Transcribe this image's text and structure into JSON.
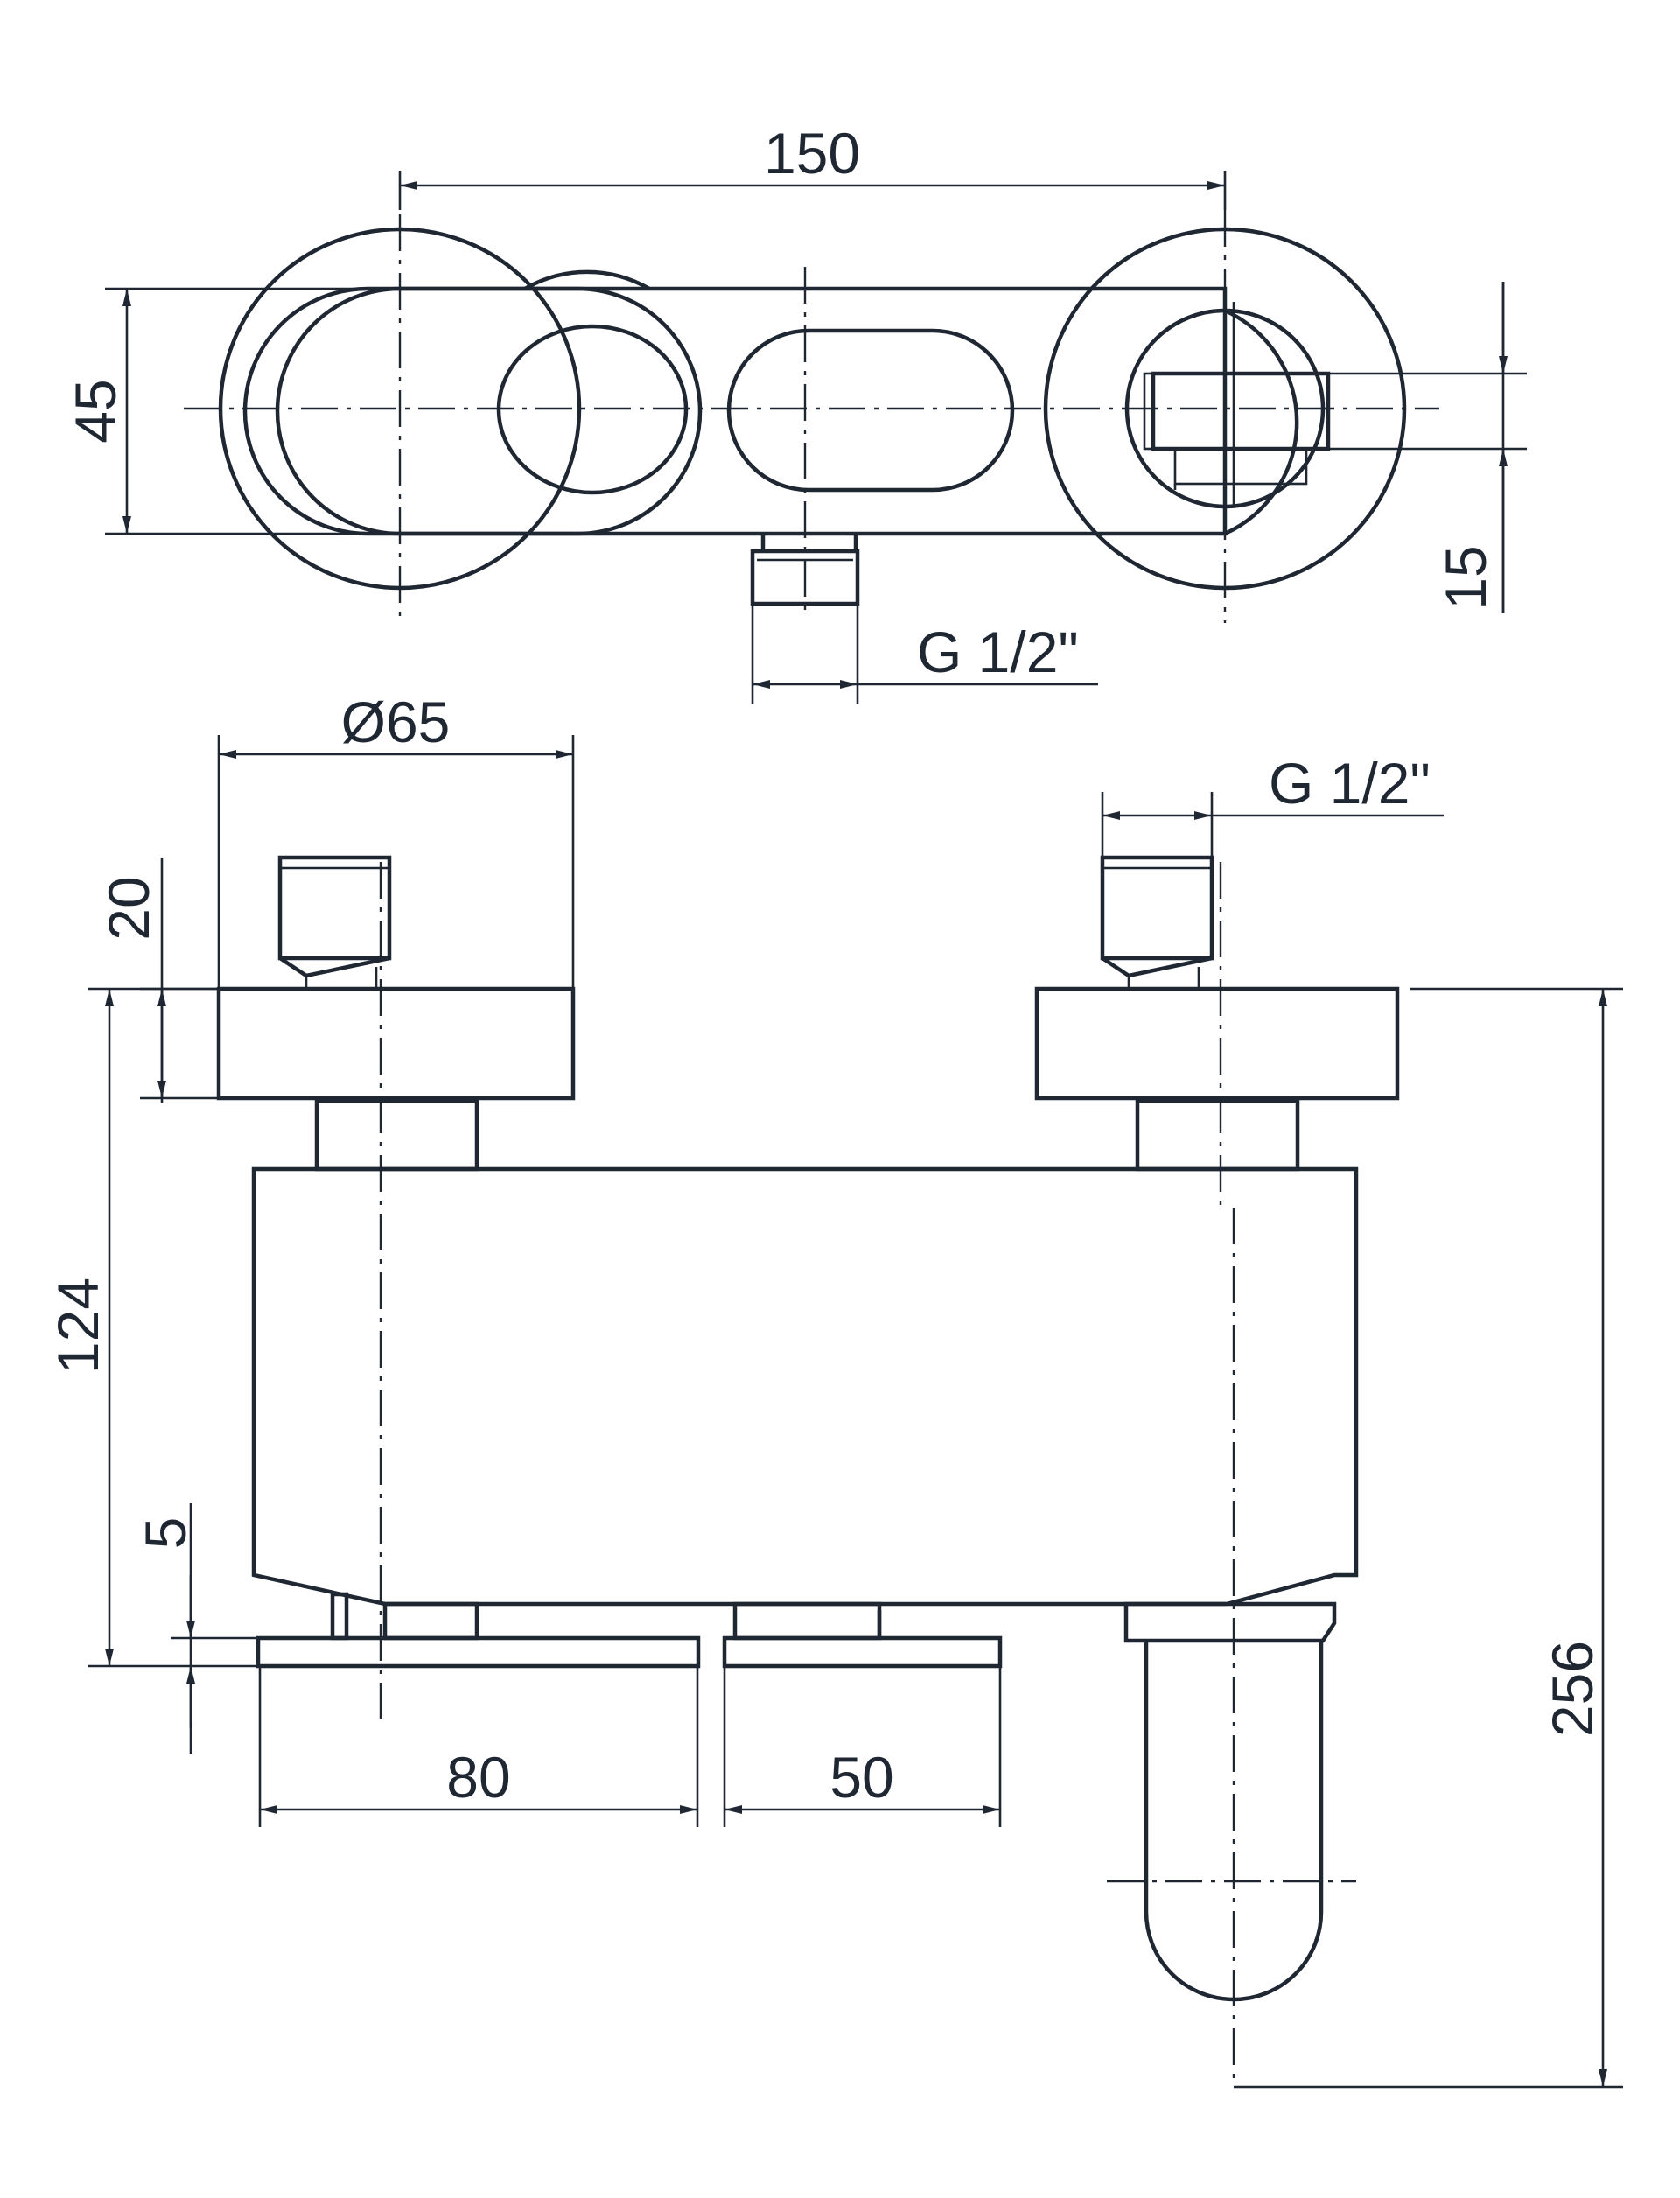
{
  "dimensions": {
    "top_width": "150",
    "top_height": "45",
    "inlet_offset": "15",
    "bottom_connection_thread": "G 1/2\"",
    "eccentric_diameter": "Ø65",
    "top_connection_thread": "G 1/2\"",
    "eccentric_height": "20",
    "body_height": "124",
    "flange_gap": "5",
    "flange_width_left": "80",
    "flange_width_right": "50",
    "total_height": "256"
  },
  "colors": {
    "line": "#1f2733",
    "background": "#ffffff"
  }
}
